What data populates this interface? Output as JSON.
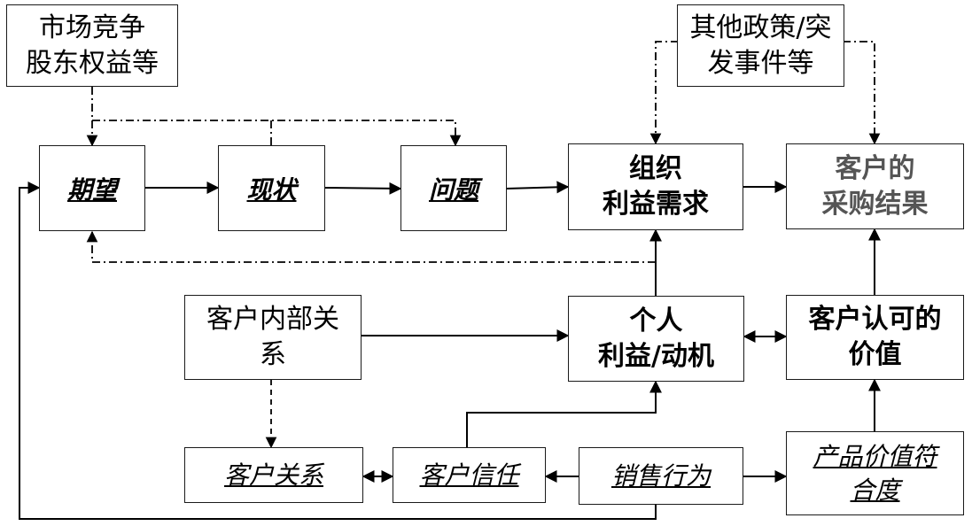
{
  "nodes": {
    "market": {
      "lines": [
        "市场竞争",
        "股东权益等"
      ]
    },
    "policy": {
      "lines": [
        "其他政策/突",
        "发事件等"
      ]
    },
    "expectation": {
      "label": "期望"
    },
    "status": {
      "label": "现状"
    },
    "problem": {
      "label": "问题"
    },
    "org_needs": {
      "lines": [
        "组织",
        "利益需求"
      ]
    },
    "purchase_result": {
      "lines": [
        "客户的",
        "采购结果"
      ]
    },
    "internal_relations": {
      "lines": [
        "客户内部关",
        "系"
      ]
    },
    "personal_motive": {
      "lines": [
        "个人",
        "利益/动机"
      ]
    },
    "recognized_value": {
      "lines": [
        "客户认可的",
        "价值"
      ]
    },
    "customer_relation": {
      "label": "客户关系"
    },
    "customer_trust": {
      "label": "客户信任"
    },
    "sales_behavior": {
      "label": "销售行为"
    },
    "product_fit": {
      "lines": [
        "产品价值符",
        "合度"
      ]
    }
  }
}
